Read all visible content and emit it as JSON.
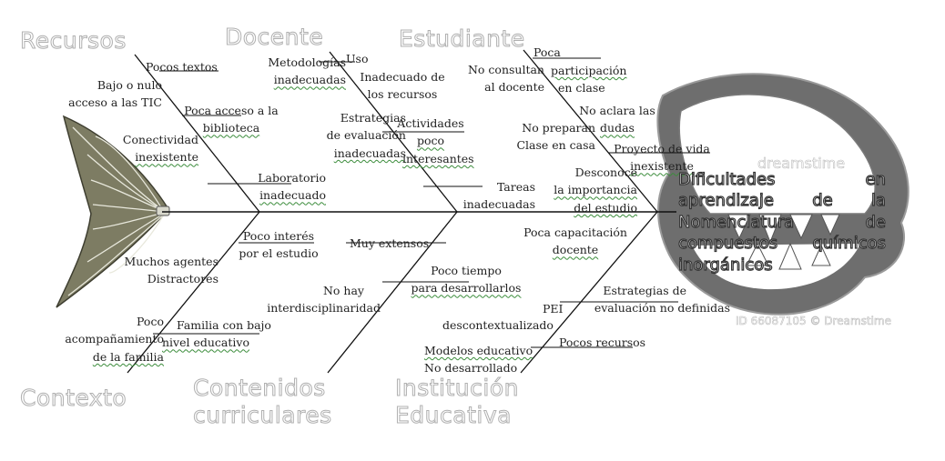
{
  "categories": {
    "recursos": "Recursos",
    "docente": "Docente",
    "estudiante": "Estudiante",
    "contexto": "Contexto",
    "contenidos_1": "Contenidos",
    "contenidos_2": "curriculares",
    "institucion_1": "Institución",
    "institucion_2": "Educativa"
  },
  "recursos": {
    "pocos_textos": "Pocos textos",
    "bajo_1": "Bajo o nulo",
    "bajo_2": "acceso a las TIC",
    "biblioteca_1": "Poca acceso a la",
    "biblioteca_2": "biblioteca",
    "conect_1": "Conectividad",
    "conect_2": "inexistente",
    "lab_1": "Laboratorio",
    "lab_2": "inadecuado"
  },
  "docente": {
    "metod_1": "Metodologías",
    "metod_2": "inadecuadas",
    "uso": "Uso",
    "inad_1": "Inadecuado de",
    "inad_2": "los recursos",
    "estrat_1": "Estrategias",
    "estrat_2": "de evaluación",
    "estrat_3": "inadecuadas",
    "activ_1": "Actividades",
    "activ_2": "poco",
    "activ_3": "interesantes",
    "tareas_1": "Tareas",
    "tareas_2": "inadecuadas"
  },
  "estudiante": {
    "poca_1": "Poca",
    "poca_2": "participación",
    "poca_3": "en clase",
    "noconsultan_1": "No consultan",
    "noconsultan_2": "al docente",
    "aclara_1": "No aclara las",
    "aclara_2": "dudas",
    "preparan_1": "No preparan",
    "preparan_2": "Clase en casa",
    "proyecto_1": "Proyecto de vida",
    "proyecto_2": "inexistente",
    "desconoce_1": "Desconoce",
    "desconoce_2": "la importancia",
    "desconoce_3": "del estudio"
  },
  "contexto": {
    "poco_interes_1": "Poco interés",
    "poco_interes_2": "por el estudio",
    "muchos_1": "Muchos agentes",
    "muchos_2": "Distractores",
    "poco_acomp_1": "Poco",
    "poco_acomp_2": "acompañamiento",
    "poco_acomp_3": "de la familia",
    "familia_1": "Familia con bajo",
    "familia_2": "nivel educativo"
  },
  "contenidos": {
    "muy_extensos": "Muy extensos",
    "nohay_1": "No hay",
    "nohay_2": "interdisciplinaridad",
    "poco_tiempo_1": "Poco tiempo",
    "poco_tiempo_2": "para desarrollarlos"
  },
  "institucion": {
    "capacit_1": "Poca capacitación",
    "capacit_2": "docente",
    "estrat_1": "Estrategias de",
    "estrat_2": "evaluación no definidas",
    "pei_1": "PEI",
    "pei_2": "descontextualizado",
    "pocos_recursos": "Pocos recursos",
    "modelos_1": "Modelos educativo",
    "modelos_2": "No desarrollado"
  },
  "effect": "Dificultades en aprendizaje de la Nomenclatura de compuestos químicos inorgánicos",
  "watermark": {
    "top": "dreamstime",
    "bottom": "ID 66087105 © Dreamstime"
  },
  "colors": {
    "line": "#111111",
    "fin": "#7a7a62",
    "skull": "#6e6e6e",
    "underline": "#3b8c3b"
  }
}
